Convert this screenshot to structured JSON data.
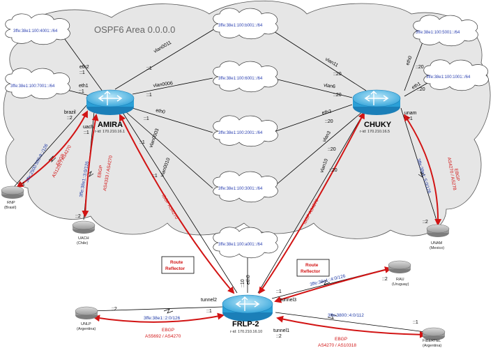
{
  "title": "OSPF6 Area 0.0.0.0",
  "colors": {
    "router_body": "#2a9fd6",
    "router_top": "#8fd3f2",
    "link": "#000000",
    "ebgp": "#d21414",
    "prefix": "#1f3aa6",
    "area_cloud": "#e6e6e6"
  },
  "routers": {
    "amira": {
      "name": "AMIRA",
      "rid": "r-id: 170.210.16.1"
    },
    "chuky": {
      "name": "CHUKY",
      "rid": "r-id: 170.210.16.5"
    },
    "frlp": {
      "name": "FRLP-2",
      "rid": "r-id: 170.210.16.10"
    }
  },
  "clouds": {
    "c4001": "3ffe:38e1:100:4001::/64",
    "c7001": "3ffe:38e1:100:7001::/64",
    "cb001": "3ffe:38e1:100:b001::/64",
    "c6001": "3ffe:38e1:100:6001::/64",
    "c2001": "3ffe:38e1:100:2001::/64",
    "c3001": "3ffe:38e1:100:3001::/64",
    "ca001": "3ffe:38e1:100:a001::/64",
    "c5001": "3ffe:38e1:100:5001::/64",
    "c1001": "3ffe:38e1:100:1001::/64"
  },
  "peers": {
    "rnp": {
      "name": "RNP",
      "country": "(Brasil)"
    },
    "uach": {
      "name": "UACH",
      "country": "(Chile)"
    },
    "unam": {
      "name": "UNAM",
      "country": "(Mexico)"
    },
    "rau": {
      "name": "RAU",
      "country": "(Uruguay)"
    },
    "unlp": {
      "name": "UNLP",
      "country": "(Argentina)"
    },
    "fibertel": {
      "name": "FIBERTEL",
      "country": "(Argentina)"
    }
  },
  "interfaces": {
    "amira_eth2": "eth2",
    "amira_eth2_addr": "::1",
    "amira_eth1": "eth1",
    "amira_eth1_addr": "::1",
    "amira_brazil": "brazil",
    "amira_brazil_addr": "::2",
    "amira_uach": "uach",
    "amira_uach_addr": "::1",
    "vlan0011": "vlan0011",
    "vlan0011_a": "::1",
    "vlan0006": "vlan0006",
    "vlan0006_a": "::1",
    "eth0_a": "eth0",
    "eth0_a_addr": "::1",
    "vlan0003": "vlan0003",
    "vlan0003_a": "::1",
    "vlan0010": "vlan0010",
    "vlan0010_a": "::1",
    "chuky_vlan11": "vlan11",
    "chuky_vlan11_addr": "::20",
    "chuky_vlan6": "vlan6",
    "chuky_vlan6_addr": "::20",
    "chuky_eth3": "eth3",
    "chuky_eth3_addr": "::20",
    "chuky_vlan3": "vlan3",
    "chuky_vlan3_addr": "::20",
    "chuky_vlan10": "vlan10",
    "chuky_vlan10_addr": "::20",
    "chuky_eth0": "eth0",
    "chuky_eth0_addr": "::20",
    "chuky_eth1": "eth1",
    "chuky_eth1_addr": "::20",
    "chuky_unam": "unam",
    "chuky_unam_addr": "::1",
    "frlp_eth0": "eth0",
    "frlp_eth0_addr": "::10",
    "frlp_tunnel2": "tunnel2",
    "frlp_tunnel2_addr": "::1",
    "frlp_tunnel3": "tunnel3",
    "frlp_tunnel3_addr": "::1",
    "frlp_tunnel1": "tunnel1",
    "frlp_tunnel1_addr": "::2",
    "rnp_addr": "::1",
    "uach_addr": "::2",
    "unam_addr": "::2",
    "rau_addr": "::2",
    "unlp_addr": "::2",
    "fibertel_addr": "::1"
  },
  "prefixes": {
    "rnp": "3ffe:2500:500:9::/126",
    "uach": "3ffe:38e1::3:0/126",
    "unam": "3ffe:38e1::5:0/126",
    "rau": "3ffe:38e1::4:0/126",
    "unlp": "3ffe:38e1::2:0/126",
    "fibertel": "3ffe:3800::4:0/112"
  },
  "sessions": {
    "rnp_a": "EBGP",
    "rnp_b": "AS1251 / AS4270",
    "uach_a": "EBGP",
    "uach_b": "AS4333 / AS4270",
    "unam_a": "EBGP",
    "unam_b": "AS4270 / AS278",
    "amira_frlp": "IBGP AS4270",
    "chuky_frlp": "IBGP AS4270",
    "unlp_a": "EBGP",
    "unlp_b": "AS5692 / AS4270",
    "fibertel_a": "EBGP",
    "fibertel_b": "AS4270 / AS10318"
  },
  "route_reflector": {
    "left_1": "Route",
    "left_2": "Reflector",
    "right_1": "Route",
    "right_2": "Reflector"
  }
}
